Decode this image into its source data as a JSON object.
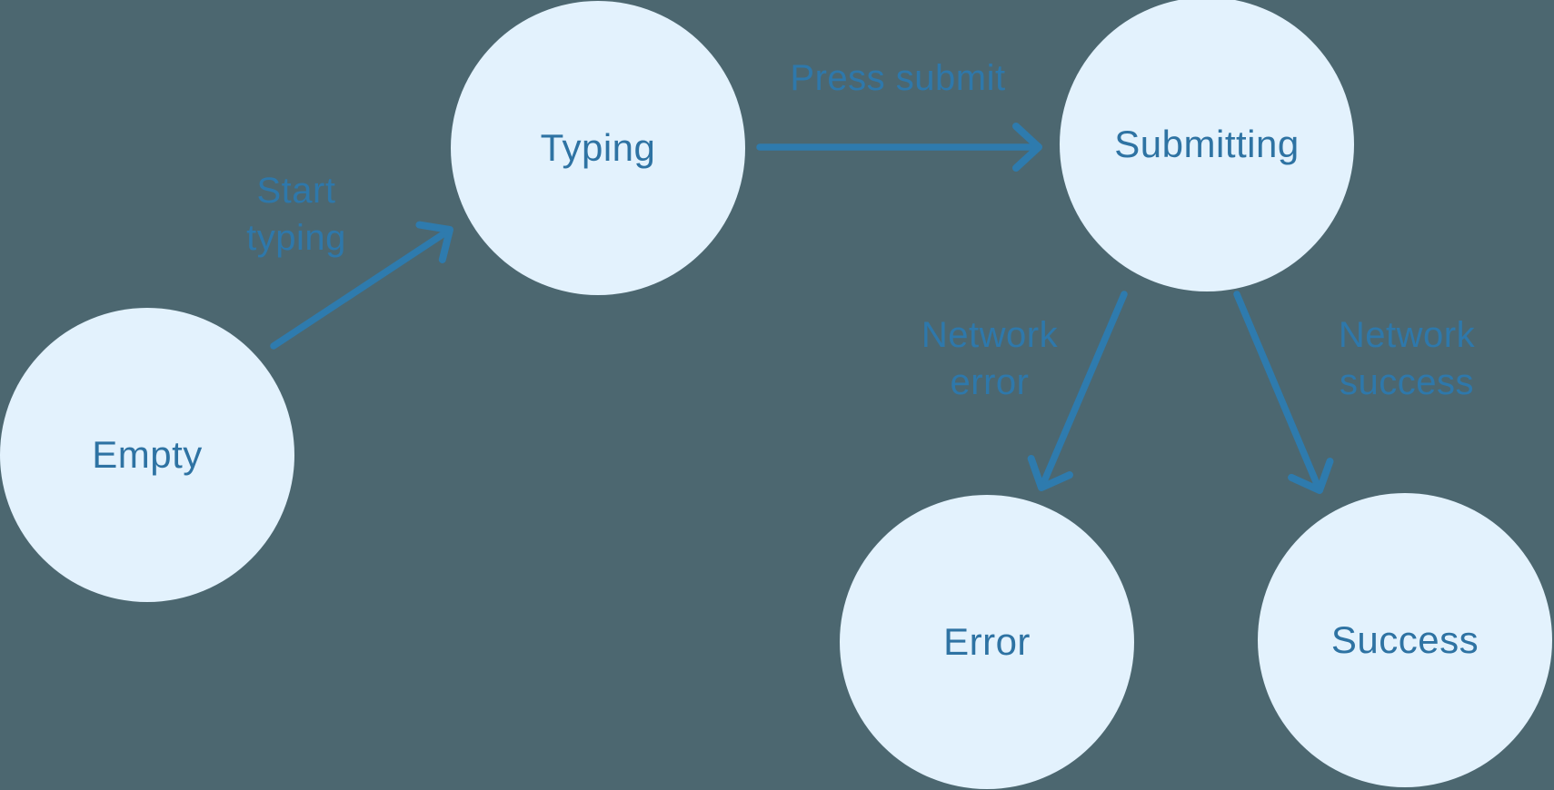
{
  "diagram": {
    "kind": "state-machine",
    "colors": {
      "background": "#4c6770",
      "node_fill": "#e3f2fd",
      "node_text": "#2e73a3",
      "arrow": "#2e7bae",
      "edge_label": "#2e78ab"
    },
    "nodes": [
      {
        "id": "empty",
        "label": "Empty"
      },
      {
        "id": "typing",
        "label": "Typing"
      },
      {
        "id": "submitting",
        "label": "Submitting"
      },
      {
        "id": "error",
        "label": "Error"
      },
      {
        "id": "success",
        "label": "Success"
      }
    ],
    "edges": [
      {
        "from": "empty",
        "to": "typing",
        "label_lines": [
          "Start",
          "typing"
        ]
      },
      {
        "from": "typing",
        "to": "submitting",
        "label_lines": [
          "Press submit"
        ]
      },
      {
        "from": "submitting",
        "to": "error",
        "label_lines": [
          "Network",
          "error"
        ]
      },
      {
        "from": "submitting",
        "to": "success",
        "label_lines": [
          "Network",
          "success"
        ]
      }
    ]
  }
}
